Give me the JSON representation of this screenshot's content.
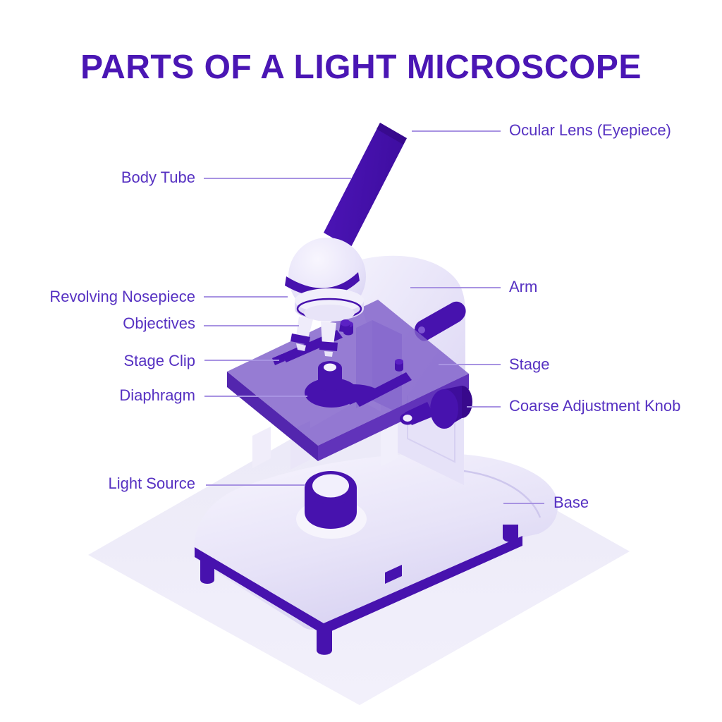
{
  "title": "PARTS OF A LIGHT MICROSCOPE",
  "labels": {
    "ocular_lens": "Ocular Lens (Eyepiece)",
    "body_tube": "Body Tube",
    "arm": "Arm",
    "revolving_nosepiece": "Revolving Nosepiece",
    "objectives": "Objectives",
    "stage": "Stage",
    "stage_clip": "Stage Clip",
    "coarse_adjustment_knob": "Coarse Adjustment Knob",
    "diaphragm": "Diaphragm",
    "light_source": "Light Source",
    "base": "Base"
  },
  "colors": {
    "background": "#FFFFFF",
    "title_text": "#4A16B4",
    "label_text": "#5631C2",
    "leader_line": "#A893E2",
    "dark": "#4712AE",
    "light": "#E9E5F8",
    "stage_top": "#7F5FC9",
    "stage_side_left": "#5326AE",
    "stage_side_right": "#6133BA",
    "ground": "#ECEAF7"
  }
}
